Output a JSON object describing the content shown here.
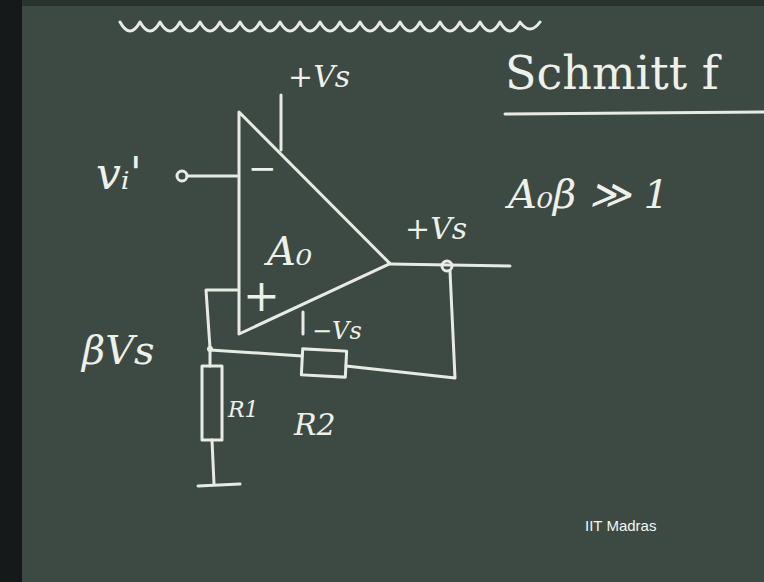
{
  "diagram": {
    "title": "Schmitt f",
    "nodes": [
      {
        "text": [
          "A₀"
        ]
      }
    ],
    "labels": [
      "vᵢ'",
      "−",
      "+",
      "+Vs",
      "+Vs",
      "−Vs",
      "βVs",
      "R1",
      "R2",
      "A₀β ≫ 1",
      "IIT Madras"
    ]
  }
}
